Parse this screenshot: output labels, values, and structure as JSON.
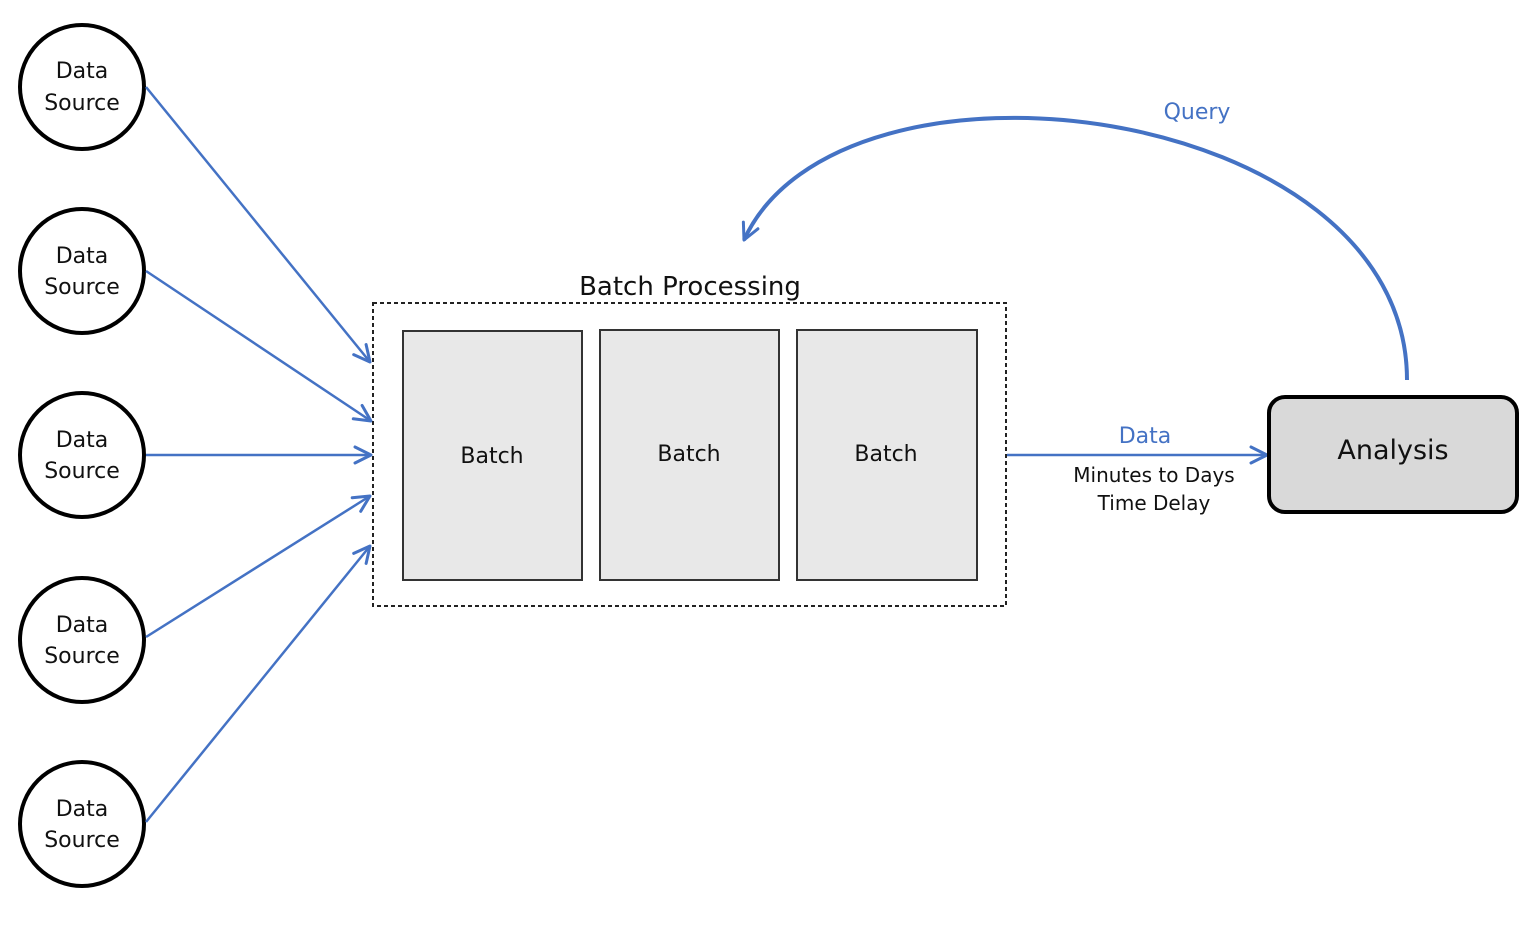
{
  "colors": {
    "arrow": "#4472C4",
    "label_blue": "#4472C4",
    "node_stroke": "#000000",
    "batch_fill": "#E8E8E8",
    "batch_stroke": "#333333",
    "analysis_fill": "#D9D9D9",
    "text": "#111111"
  },
  "sources": [
    {
      "line1": "Data",
      "line2": "Source"
    },
    {
      "line1": "Data",
      "line2": "Source"
    },
    {
      "line1": "Data",
      "line2": "Source"
    },
    {
      "line1": "Data",
      "line2": "Source"
    },
    {
      "line1": "Data",
      "line2": "Source"
    }
  ],
  "batch_processing": {
    "title": "Batch Processing",
    "batches": [
      "Batch",
      "Batch",
      "Batch"
    ]
  },
  "flow": {
    "data_label": "Data",
    "delay_line1": "Minutes to Days",
    "delay_line2": "Time Delay"
  },
  "analysis": {
    "label": "Analysis"
  },
  "query": {
    "label": "Query"
  }
}
